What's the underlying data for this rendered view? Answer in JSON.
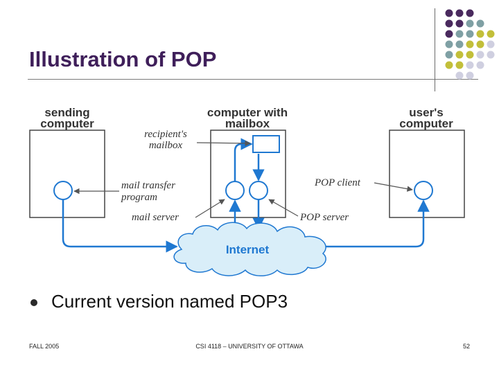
{
  "slide": {
    "title": "Illustration of POP",
    "bullet": "Current version named POP3",
    "footer": {
      "left": "FALL 2005",
      "center": "CSI 4118 – UNIVERSITY OF OTTAWA",
      "right": "52"
    }
  },
  "diagram": {
    "labels": {
      "sending_line1": "sending",
      "sending_line2": "computer",
      "mailbox_line1": "computer with",
      "mailbox_line2": "mailbox",
      "user_line1": "user's",
      "user_line2": "computer",
      "recipient_line1": "recipient's",
      "recipient_line2": "mailbox",
      "mtp_line1": "mail transfer",
      "mtp_line2": "program",
      "mail_server": "mail server",
      "pop_client": "POP client",
      "pop_server": "POP server",
      "internet": "Internet"
    }
  },
  "colors": {
    "title": "#3f1f5a",
    "accent_blue": "#1f78d1",
    "cloud_fill": "#d9eef9",
    "dot_purple": "#4a2a5e",
    "dot_teal": "#7fa0a4",
    "dot_olive": "#c2bf3a",
    "dot_lavender": "#cfcfe0"
  }
}
